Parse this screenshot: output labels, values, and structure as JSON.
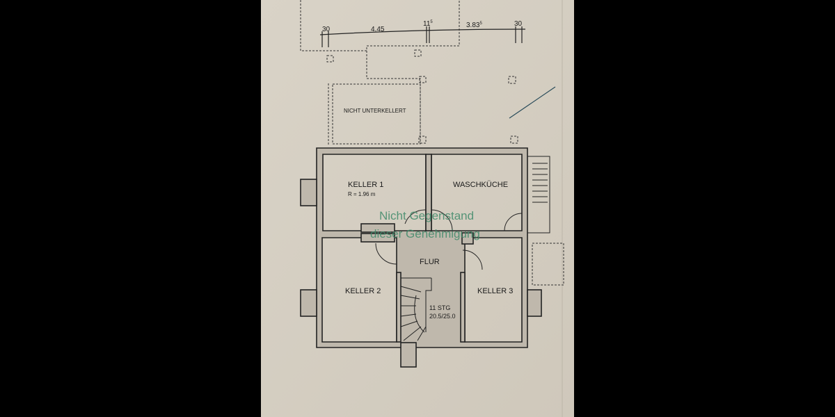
{
  "dimensions": {
    "d1": "30",
    "d2": "4.45",
    "d3": "11",
    "d3_sup": "5",
    "d4": "3.83",
    "d4_sup": "5",
    "d5": "30"
  },
  "labels": {
    "nicht_unterkellert": "NICHT UNTERKELLERT",
    "keller1": "KELLER 1",
    "keller1_height": "R = 1.96 m",
    "waschkueche": "WASCHKÜCHE",
    "flur": "FLUR",
    "keller2": "KELLER 2",
    "keller3": "KELLER 3",
    "stairs_steps": "11 STG",
    "stairs_ratio": "20.5/25.0"
  },
  "watermark": {
    "line1": "Nicht Gegenstand",
    "line2": "dieser Genehmigung",
    "color": "#3f8a6a"
  },
  "colors": {
    "paper": "#d8d2c6",
    "wall": "#2a2a2a",
    "background": "#000000"
  }
}
